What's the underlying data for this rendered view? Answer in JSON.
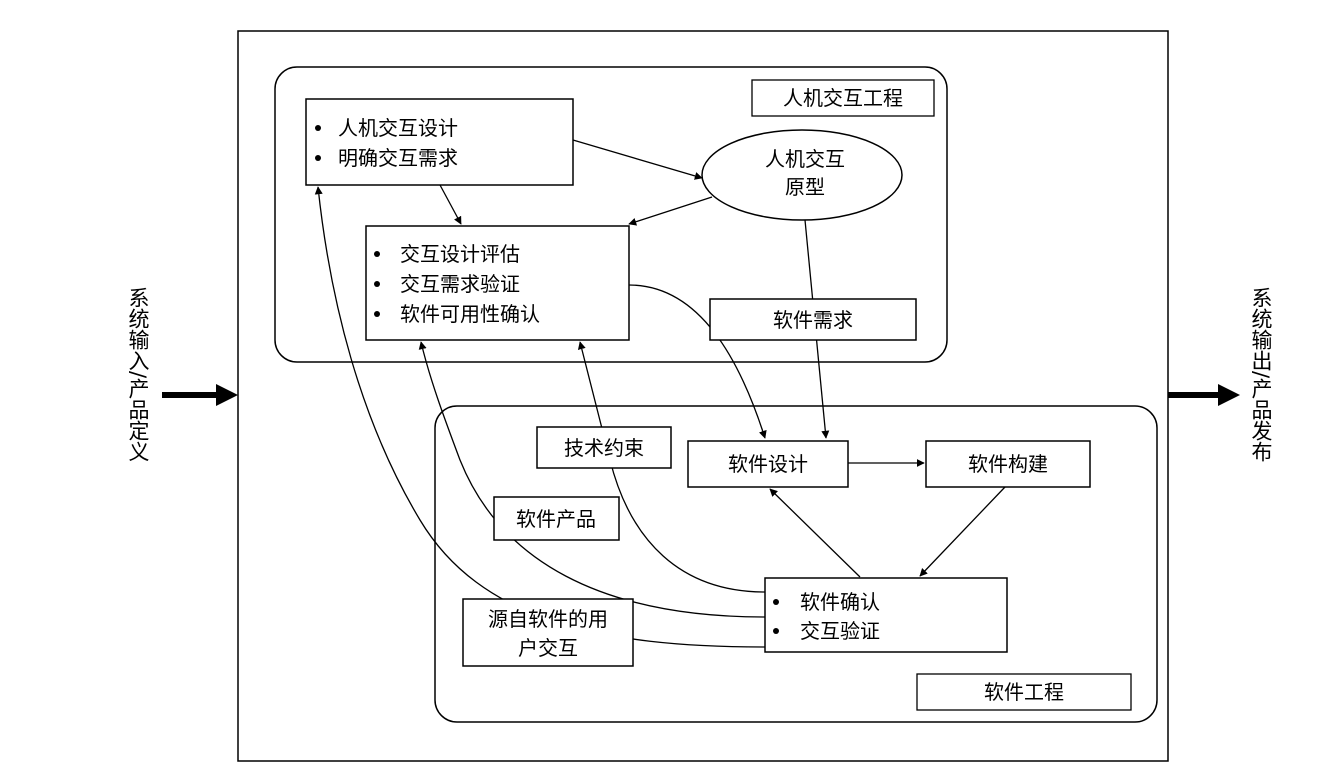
{
  "left_side_label": "系统输入/产品定义",
  "right_side_label": "系统输出/产品发布",
  "hci_engineering": {
    "label": "人机交互工程",
    "design_box": [
      "人机交互设计",
      "明确交互需求"
    ],
    "prototype": [
      "人机交互",
      "原型"
    ],
    "evaluation_box": [
      "交互设计评估",
      "交互需求验证",
      "软件可用性确认"
    ],
    "software_requirements": "软件需求"
  },
  "software_engineering": {
    "label": "软件工程",
    "technical_constraints": "技术约束",
    "software_design": "软件设计",
    "software_construction": "软件构建",
    "software_product": "软件产品",
    "user_interaction_from_software": [
      "源自软件的用",
      "户交互"
    ],
    "confirmation_box": [
      "软件确认",
      "交互验证"
    ]
  }
}
